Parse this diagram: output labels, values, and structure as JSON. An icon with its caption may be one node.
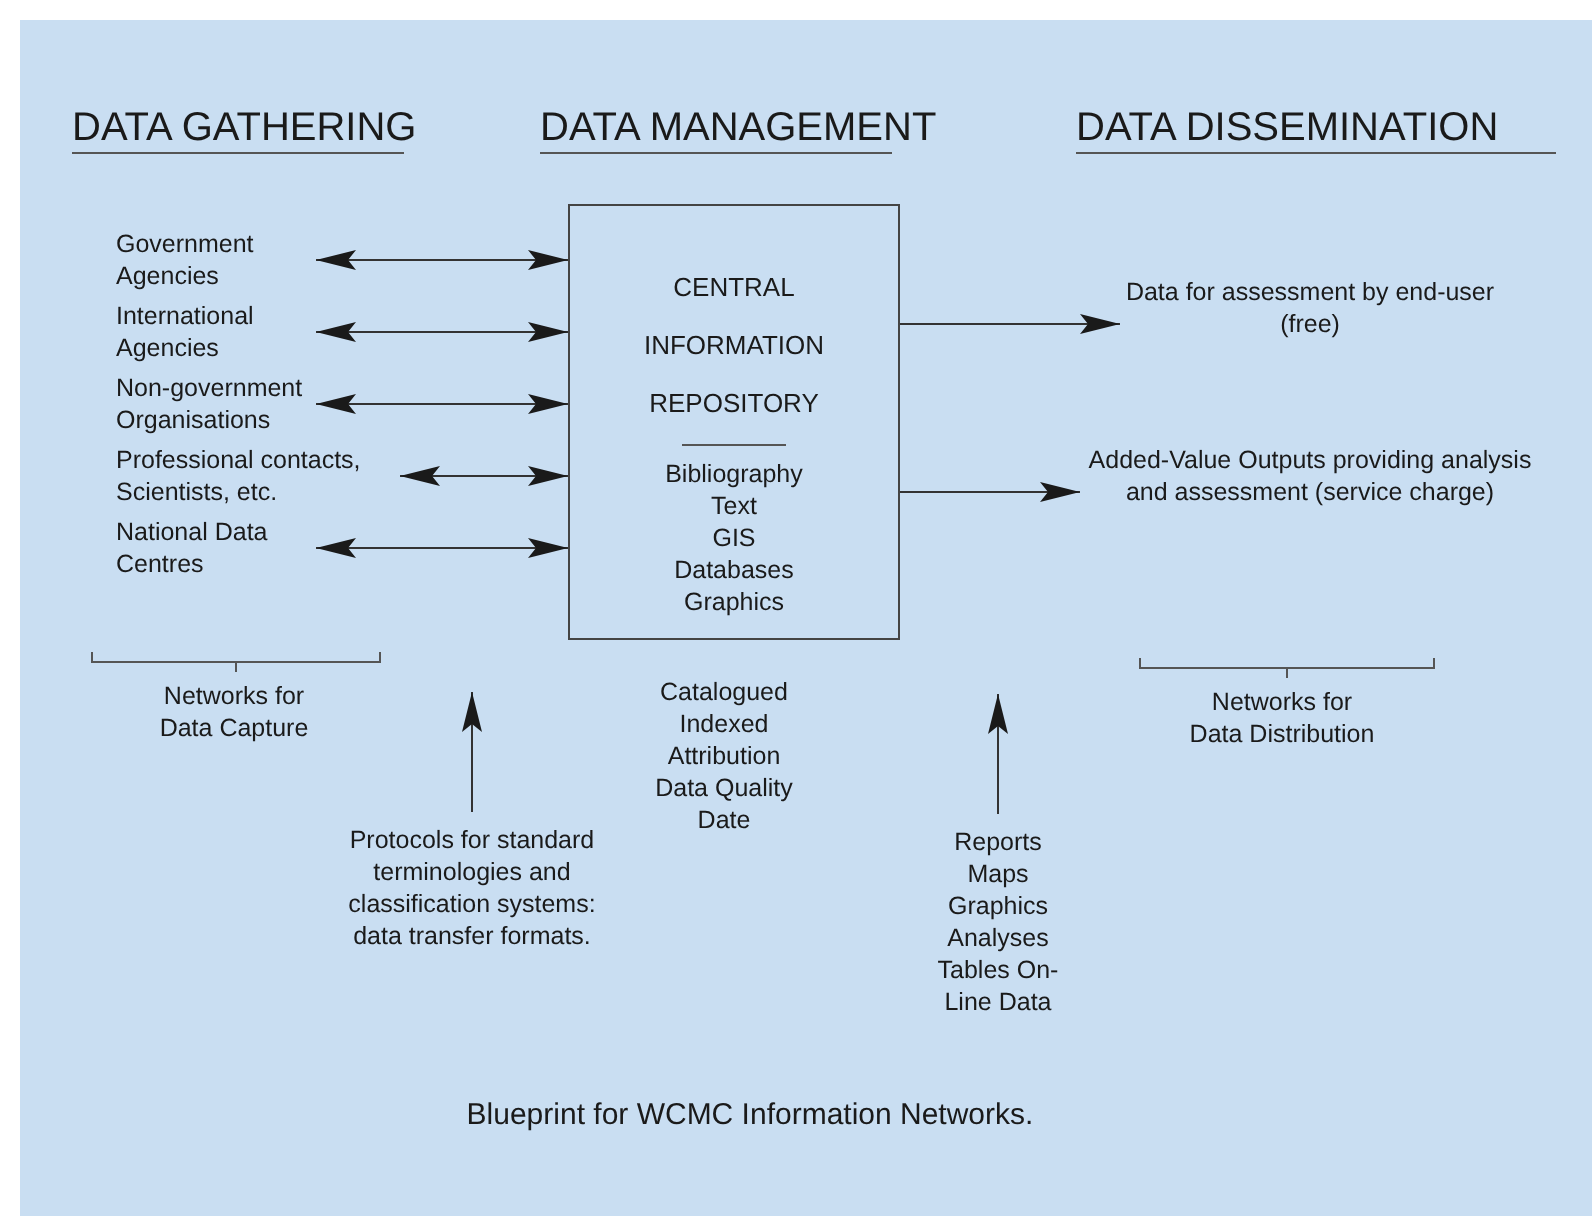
{
  "diagram": {
    "caption": "Blueprint for WCMC Information Networks.",
    "nodes": [
      {
        "text": [
          "Government Agencies"
        ]
      },
      {
        "text": [
          "International Agencies"
        ]
      },
      {
        "text": [
          "Non-government Organisations"
        ]
      },
      {
        "text": [
          "Professional contacts, Scientists, etc."
        ]
      },
      {
        "text": [
          "National Data Centres"
        ]
      },
      {
        "text": [
          "CENTRAL INFORMATION REPOSITORY",
          "Bibliography Text GIS Databases Graphics"
        ]
      },
      {
        "text": [
          "Data for assessment by end-user (free)"
        ]
      },
      {
        "text": [
          "Added-Value Outputs providing analysis and assessment (service charge)"
        ]
      },
      {
        "text": [
          "Protocols for standard terminologies and classification systems: data transfer formats."
        ]
      },
      {
        "text": [
          "Reports Maps Graphics Analyses Tables On-Line Data"
        ]
      }
    ],
    "edges": [
      {
        "from": 0,
        "to": 5,
        "arrow": "both"
      },
      {
        "from": 1,
        "to": 5,
        "arrow": "both"
      },
      {
        "from": 2,
        "to": 5,
        "arrow": "both"
      },
      {
        "from": 3,
        "to": 5,
        "arrow": "both"
      },
      {
        "from": 4,
        "to": 5,
        "arrow": "both"
      },
      {
        "from": 5,
        "to": 6,
        "arrow": "to"
      },
      {
        "from": 5,
        "to": 7,
        "arrow": "to"
      },
      {
        "from": 8,
        "to": null,
        "arrow": "to"
      },
      {
        "from": 9,
        "to": null,
        "arrow": "to"
      }
    ],
    "labels": [
      "DATA GATHERING",
      "DATA MANAGEMENT",
      "DATA DISSEMINATION",
      "Networks for Data Capture",
      "Catalogued Indexed Attribution Data Quality Date",
      "Networks for Data Distribution"
    ]
  }
}
